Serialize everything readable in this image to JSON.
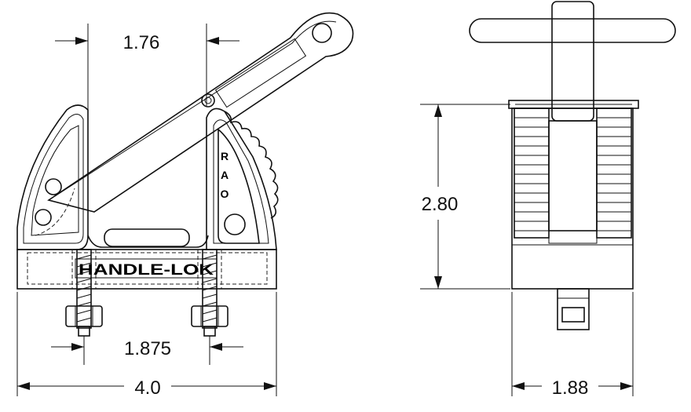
{
  "drawing": {
    "front_view": {
      "engraved_text": "HANDLE-LOK",
      "side_letters": [
        "R",
        "A",
        "O"
      ]
    },
    "dimensions": {
      "top_width": "1.76",
      "bolt_spacing": "1.875",
      "overall_width": "4.0",
      "height": "2.80",
      "depth": "1.88"
    }
  }
}
